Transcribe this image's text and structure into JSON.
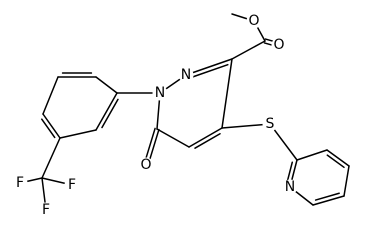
{
  "molecule": {
    "atoms": {
      "o_carbonyl_ester": "O",
      "o_ester": "O",
      "n_ring_1": "N",
      "n_ring_2": "N",
      "s_thioether": "S",
      "n_pyridine": "N",
      "o_ring_keto": "O",
      "f_1": "F",
      "f_2": "F",
      "f_3": "F"
    }
  }
}
